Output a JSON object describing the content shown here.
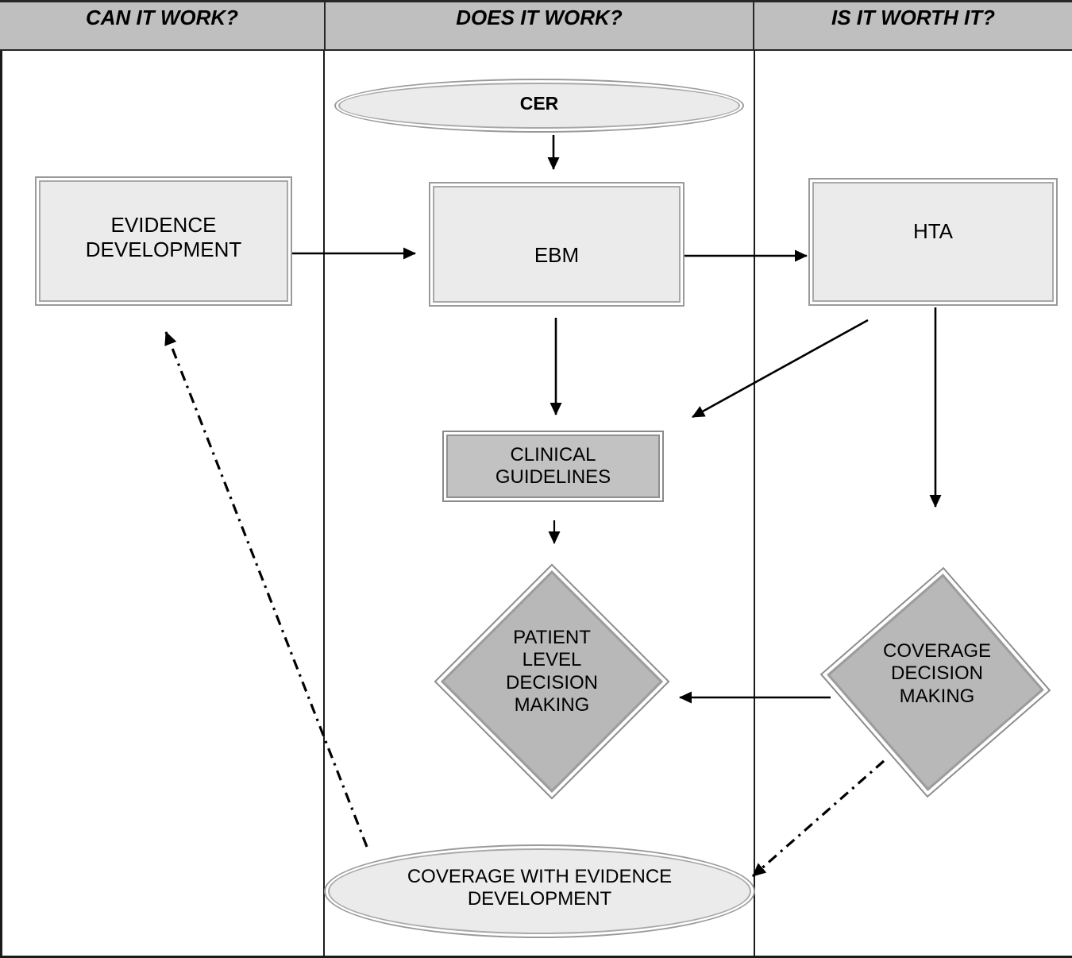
{
  "columns": [
    {
      "id": "can-it-work",
      "title": "CAN IT WORK?"
    },
    {
      "id": "does-it-work",
      "title": "DOES IT WORK?"
    },
    {
      "id": "is-it-worth-it",
      "title": "IS IT WORTH IT?"
    }
  ],
  "nodes": {
    "cer": {
      "label": "CER",
      "shape": "ellipse",
      "column": "does-it-work"
    },
    "evidence_development": {
      "label": "EVIDENCE\nDEVELOPMENT",
      "shape": "rect",
      "column": "can-it-work"
    },
    "ebm": {
      "label": "EBM",
      "shape": "rect",
      "column": "does-it-work"
    },
    "hta": {
      "label": "HTA",
      "shape": "rect",
      "column": "is-it-worth-it"
    },
    "clinical_guidelines": {
      "label": "CLINICAL\nGUIDELINES",
      "shape": "rect",
      "column": "does-it-work"
    },
    "patient_level_decision_making": {
      "label": "PATIENT\nLEVEL\nDECISION\nMAKING",
      "shape": "diamond",
      "column": "does-it-work"
    },
    "coverage_decision_making": {
      "label": "COVERAGE\nDECISION\nMAKING",
      "shape": "diamond",
      "column": "is-it-worth-it"
    },
    "coverage_with_evidence_development": {
      "label": "COVERAGE WITH EVIDENCE\nDEVELOPMENT",
      "shape": "ellipse",
      "column": "does-it-work"
    }
  },
  "edges": [
    {
      "id": "cer-to-ebm",
      "from": "cer",
      "to": "ebm",
      "style": "solid"
    },
    {
      "id": "evidence-development-to-ebm",
      "from": "evidence_development",
      "to": "ebm",
      "style": "solid"
    },
    {
      "id": "ebm-to-hta",
      "from": "ebm",
      "to": "hta",
      "style": "solid"
    },
    {
      "id": "ebm-to-clinical-guidelines",
      "from": "ebm",
      "to": "clinical_guidelines",
      "style": "solid"
    },
    {
      "id": "hta-to-clinical-guidelines",
      "from": "hta",
      "to": "clinical_guidelines",
      "style": "solid"
    },
    {
      "id": "hta-to-coverage-decision-making",
      "from": "hta",
      "to": "coverage_decision_making",
      "style": "solid"
    },
    {
      "id": "clinical-guidelines-to-patient-level-decision-making",
      "from": "clinical_guidelines",
      "to": "patient_level_decision_making",
      "style": "solid"
    },
    {
      "id": "coverage-decision-making-to-patient-level-decision-making",
      "from": "coverage_decision_making",
      "to": "patient_level_decision_making",
      "style": "solid"
    },
    {
      "id": "coverage-decision-making-to-coverage-with-evidence-development",
      "from": "coverage_decision_making",
      "to": "coverage_with_evidence_development",
      "style": "dash-dot"
    },
    {
      "id": "coverage-with-evidence-development-to-evidence-development",
      "from": "coverage_with_evidence_development",
      "to": "evidence_development",
      "style": "dash-dot"
    }
  ],
  "colors": {
    "header_background": "#bfbfbf",
    "light_fill": "#ebebeb",
    "dark_fill": "#b8b8b8",
    "medium_fill": "#c2c2c2",
    "border": "#9a9a9a",
    "line": "#000000",
    "text": "#000000"
  }
}
